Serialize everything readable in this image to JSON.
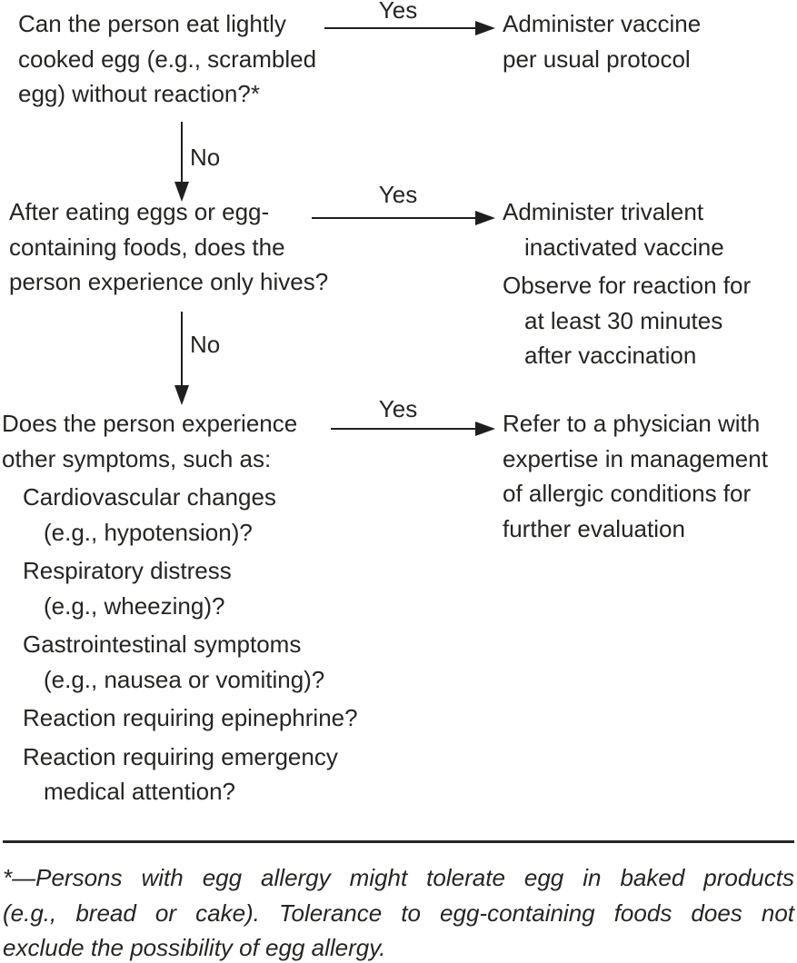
{
  "colors": {
    "background": "#ffffff",
    "text": "#262524",
    "arrow": "#1f1f1f"
  },
  "flowchart": {
    "rows": [
      {
        "question": {
          "lines": [
            "Can the person eat lightly",
            "cooked egg (e.g., scrambled",
            "egg) without reaction?*"
          ]
        },
        "arrow_label": "Yes",
        "outcome": {
          "items": [
            {
              "lines": [
                "Administer vaccine",
                "per usual protocol"
              ]
            }
          ]
        }
      },
      {
        "question": {
          "lines": [
            "After eating eggs or egg-",
            "containing foods, does the",
            "person experience only hives?"
          ]
        },
        "arrow_label": "Yes",
        "outcome": {
          "items": [
            {
              "lines": [
                "Administer trivalent",
                "inactivated vaccine"
              ]
            },
            {
              "lines": [
                "Observe for reaction for",
                "at least 30 minutes",
                "after vaccination"
              ]
            }
          ]
        }
      },
      {
        "question": {
          "lines": [
            "Does the person experience",
            "other symptoms, such as:"
          ],
          "sub_items": [
            {
              "lines": [
                "Cardiovascular changes",
                "(e.g., hypotension)?"
              ]
            },
            {
              "lines": [
                "Respiratory distress",
                "(e.g., wheezing)?"
              ]
            },
            {
              "lines": [
                "Gastrointestinal symptoms",
                "(e.g., nausea or vomiting)?"
              ]
            },
            {
              "lines": [
                "Reaction requiring epinephrine?"
              ]
            },
            {
              "lines": [
                "Reaction requiring emergency",
                "medical attention?"
              ]
            }
          ]
        },
        "arrow_label": "Yes",
        "outcome": {
          "items": [
            {
              "lines": [
                "Refer to a physician with",
                "expertise in management",
                "of allergic conditions for",
                "further evaluation"
              ]
            }
          ]
        }
      }
    ],
    "connectors": [
      {
        "label": "No"
      },
      {
        "label": "No"
      }
    ]
  },
  "footnote": {
    "lines": [
      "*—Persons with egg allergy might tolerate egg in baked products",
      "(e.g., bread or cake). Tolerance to egg-containing foods does not",
      "exclude the possibility of egg allergy."
    ]
  }
}
